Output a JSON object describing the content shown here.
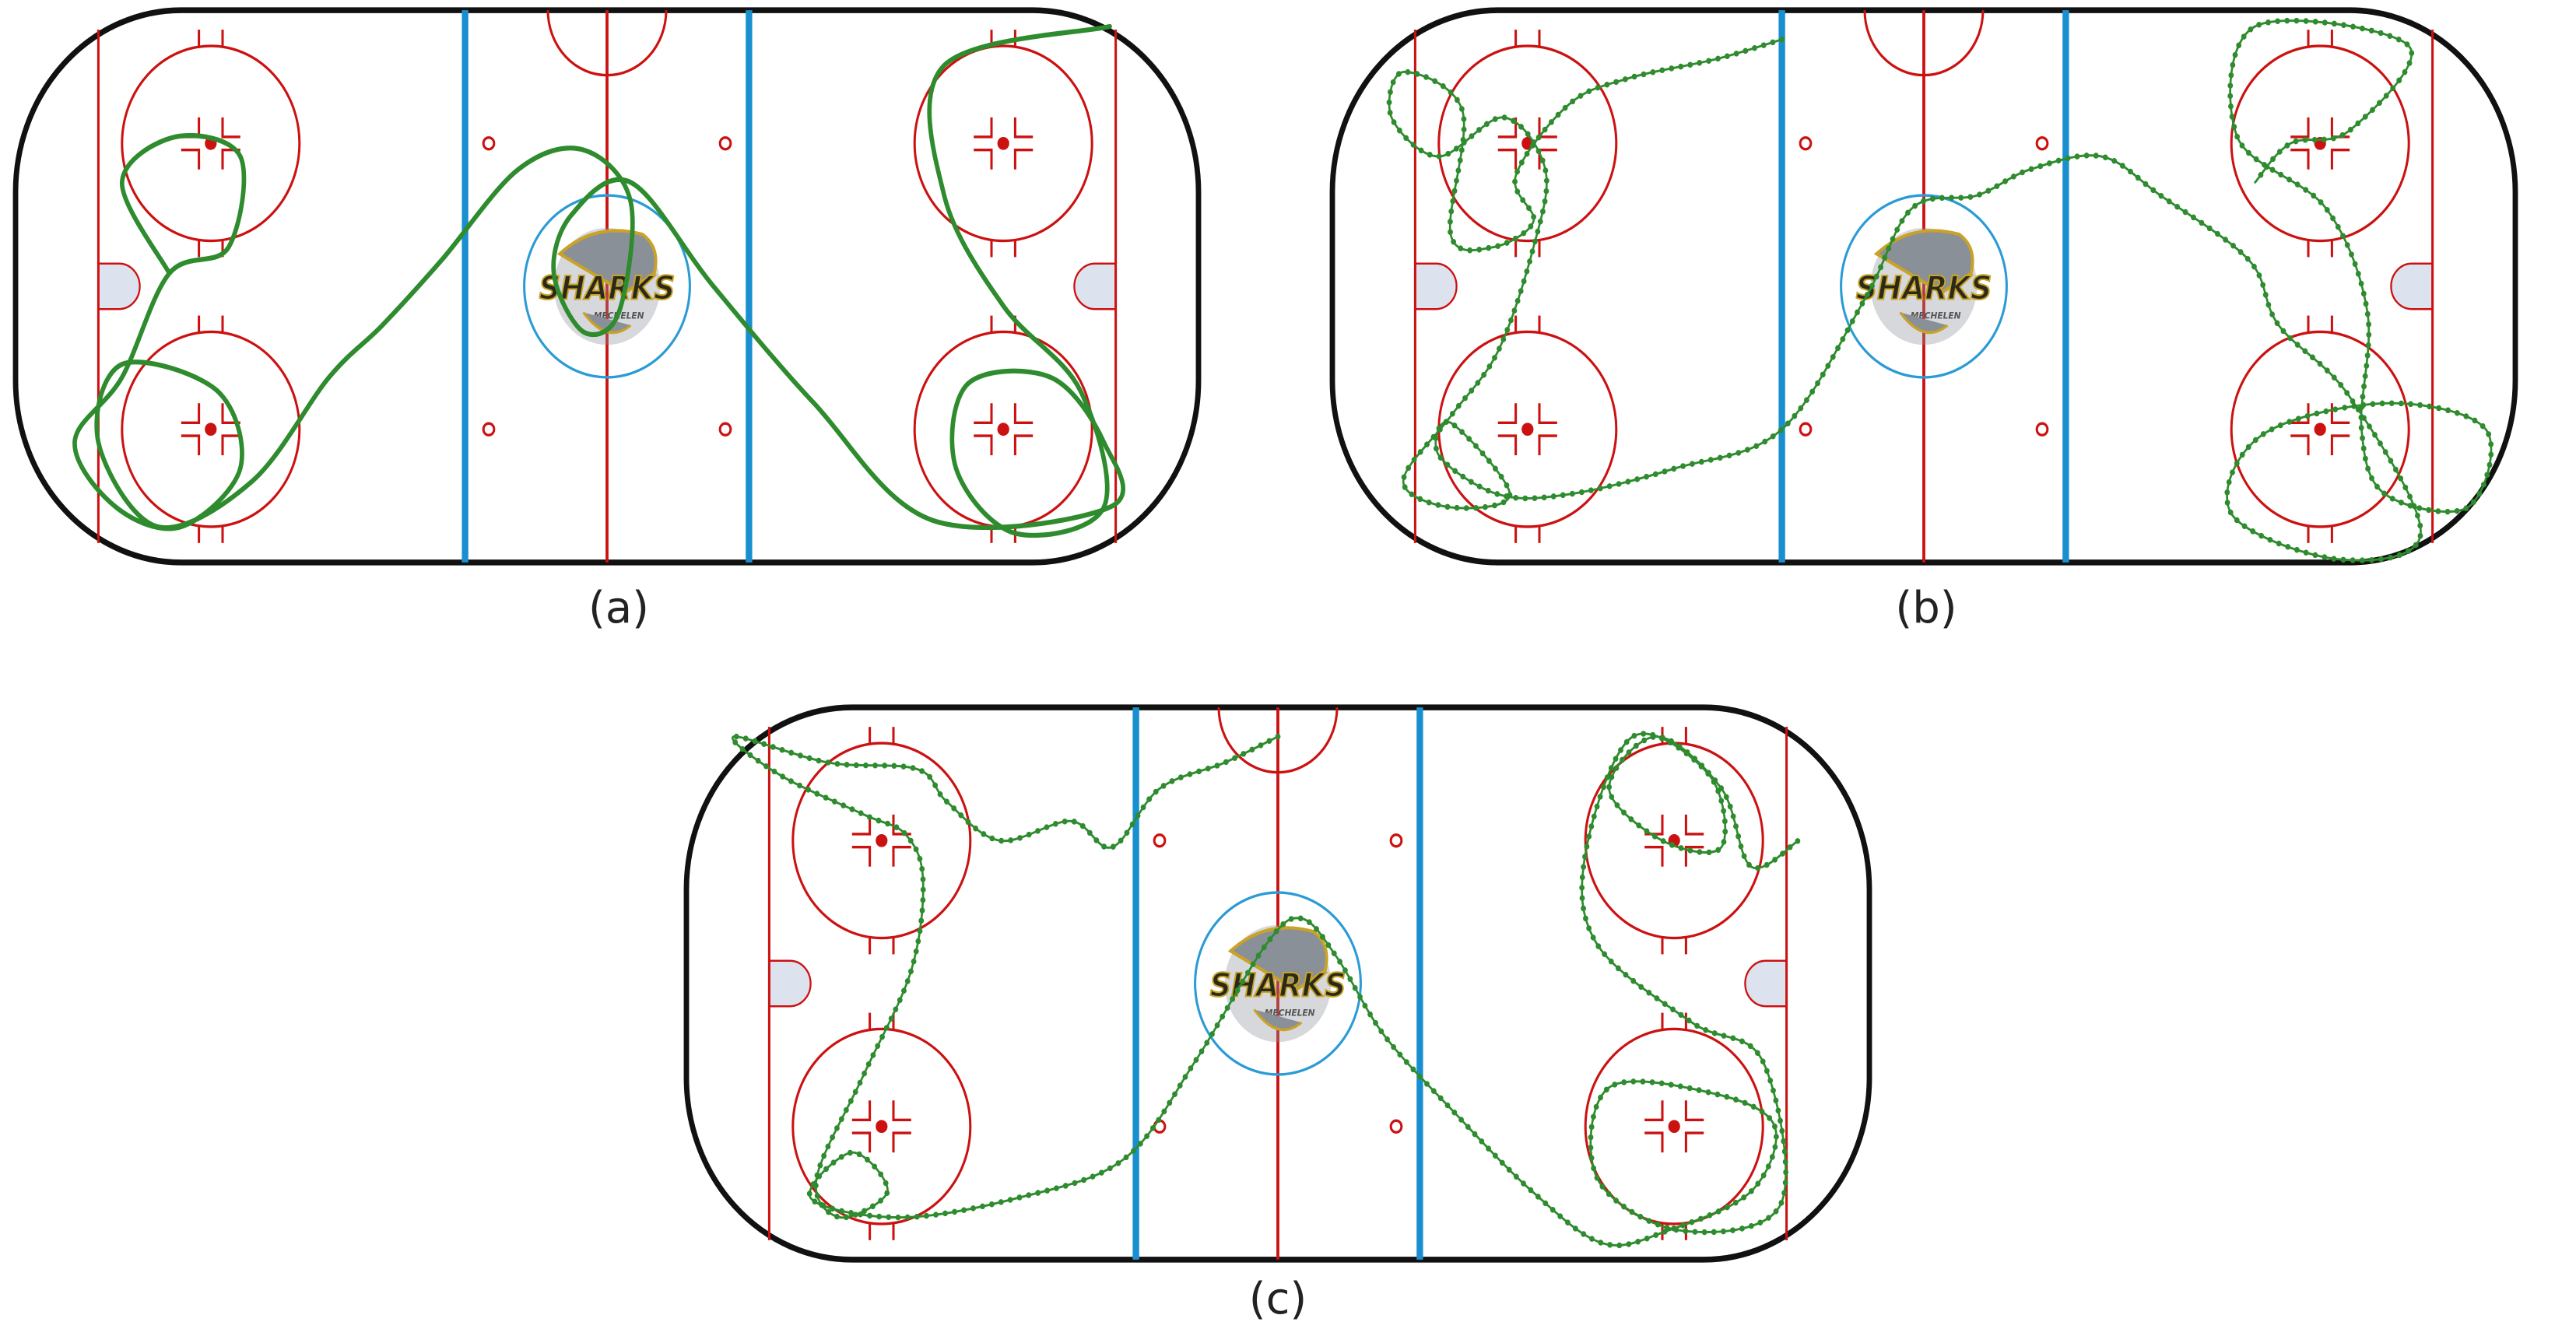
{
  "figure": {
    "labels": [
      "(a)",
      "(b)",
      "(c)"
    ],
    "logo": {
      "word": "SHARKS",
      "place": "MECHELEN"
    }
  },
  "colors": {
    "ice": "#ffffff",
    "boards": "#111111",
    "red_line": "#cc1111",
    "blue_line": "#1a8fd0",
    "crease": "#dde3ee",
    "trajectory": "#2e8b2e",
    "logo_gold": "#c9a227",
    "logo_shark": "#8a9098",
    "logo_ring": "#2a9bd6"
  },
  "trajectories": [
    {
      "panel": "a",
      "style": "solid",
      "points": [
        [
          -74,
          -2
        ],
        [
          -82,
          -16
        ],
        [
          -73,
          -23
        ],
        [
          -62,
          -20
        ],
        [
          -64,
          -6
        ],
        [
          -74,
          -2
        ],
        [
          -82,
          14
        ],
        [
          -90,
          24
        ],
        [
          -83,
          34
        ],
        [
          -72,
          37
        ],
        [
          -62,
          28
        ],
        [
          -66,
          16
        ],
        [
          -82,
          12
        ],
        [
          -86,
          24
        ],
        [
          -76,
          37
        ],
        [
          -60,
          30
        ],
        [
          -47,
          14
        ],
        [
          -38,
          6
        ],
        [
          -28,
          -4
        ],
        [
          -15,
          -18
        ],
        [
          -4,
          -21
        ],
        [
          4,
          -13
        ],
        [
          2,
          4
        ],
        [
          -4,
          7
        ],
        [
          -9,
          -2
        ],
        [
          -6,
          -11
        ],
        [
          4,
          -16
        ],
        [
          18,
          0
        ],
        [
          35,
          18
        ],
        [
          55,
          36
        ],
        [
          85,
          34
        ],
        [
          84,
          24
        ],
        [
          75,
          14
        ],
        [
          61,
          15
        ],
        [
          59,
          28
        ],
        [
          69,
          38
        ],
        [
          84,
          34
        ],
        [
          80,
          16
        ],
        [
          67,
          3
        ],
        [
          57,
          -14
        ],
        [
          57,
          -34
        ],
        [
          85,
          -40
        ]
      ]
    },
    {
      "panel": "b",
      "style": "dotted",
      "points": [
        [
          -24,
          -38
        ],
        [
          -35,
          -35
        ],
        [
          -50,
          -32
        ],
        [
          -60,
          -28
        ],
        [
          -69,
          -17
        ],
        [
          -66,
          -10
        ],
        [
          -73,
          -6
        ],
        [
          -80,
          -8
        ],
        [
          -78,
          -27
        ],
        [
          -88,
          -33
        ],
        [
          -90,
          -26
        ],
        [
          -82,
          -20
        ],
        [
          -71,
          -26
        ],
        [
          -64,
          -18
        ],
        [
          -66,
          -6
        ],
        [
          -72,
          10
        ],
        [
          -80,
          20
        ],
        [
          -88,
          30
        ],
        [
          -80,
          34
        ],
        [
          -70,
          32
        ],
        [
          -80,
          21
        ],
        [
          -82,
          26
        ],
        [
          -72,
          32
        ],
        [
          -60,
          32
        ],
        [
          -42,
          28
        ],
        [
          -24,
          22
        ],
        [
          -10,
          2
        ],
        [
          -2,
          -12
        ],
        [
          9,
          -14
        ],
        [
          18,
          -18
        ],
        [
          30,
          -20
        ],
        [
          40,
          -14
        ],
        [
          55,
          -4
        ],
        [
          60,
          6
        ],
        [
          72,
          17
        ],
        [
          84,
          38
        ],
        [
          70,
          42
        ],
        [
          52,
          35
        ],
        [
          57,
          23
        ],
        [
          78,
          18
        ],
        [
          95,
          22
        ],
        [
          92,
          34
        ],
        [
          78,
          32
        ],
        [
          74,
          22
        ],
        [
          75,
          4
        ],
        [
          68,
          -12
        ],
        [
          53,
          -23
        ],
        [
          56,
          -40
        ],
        [
          82,
          -37
        ],
        [
          72,
          -24
        ],
        [
          62,
          -22
        ],
        [
          56,
          -16
        ]
      ]
    },
    {
      "panel": "c",
      "style": "dotted",
      "points": [
        [
          0,
          -38
        ],
        [
          -9,
          -34
        ],
        [
          -20,
          -30
        ],
        [
          -28,
          -21
        ],
        [
          -35,
          -25
        ],
        [
          -47,
          -22
        ],
        [
          -56,
          -28
        ],
        [
          -61,
          -33
        ],
        [
          -76,
          -34
        ],
        [
          -92,
          -38
        ],
        [
          -84,
          -32
        ],
        [
          -70,
          -26
        ],
        [
          -63,
          -23
        ],
        [
          -60,
          -16
        ],
        [
          -62,
          -2
        ],
        [
          -70,
          14
        ],
        [
          -78,
          30
        ],
        [
          -74,
          36
        ],
        [
          -66,
          32
        ],
        [
          -72,
          26
        ],
        [
          -79,
          33
        ],
        [
          -64,
          36
        ],
        [
          -44,
          33
        ],
        [
          -26,
          27
        ],
        [
          -14,
          12
        ],
        [
          -2,
          -6
        ],
        [
          4,
          -10
        ],
        [
          10,
          -4
        ],
        [
          18,
          8
        ],
        [
          30,
          20
        ],
        [
          43,
          32
        ],
        [
          55,
          40
        ],
        [
          66,
          38
        ],
        [
          80,
          32
        ],
        [
          84,
          22
        ],
        [
          74,
          17
        ],
        [
          56,
          16
        ],
        [
          54,
          30
        ],
        [
          68,
          38
        ],
        [
          85,
          34
        ],
        [
          82,
          12
        ],
        [
          70,
          6
        ],
        [
          54,
          -6
        ],
        [
          52,
          -20
        ],
        [
          60,
          -38
        ],
        [
          73,
          -32
        ],
        [
          75,
          -21
        ],
        [
          65,
          -22
        ],
        [
          56,
          -30
        ],
        [
          64,
          -38
        ],
        [
          75,
          -30
        ],
        [
          80,
          -18
        ],
        [
          88,
          -22
        ]
      ]
    }
  ]
}
